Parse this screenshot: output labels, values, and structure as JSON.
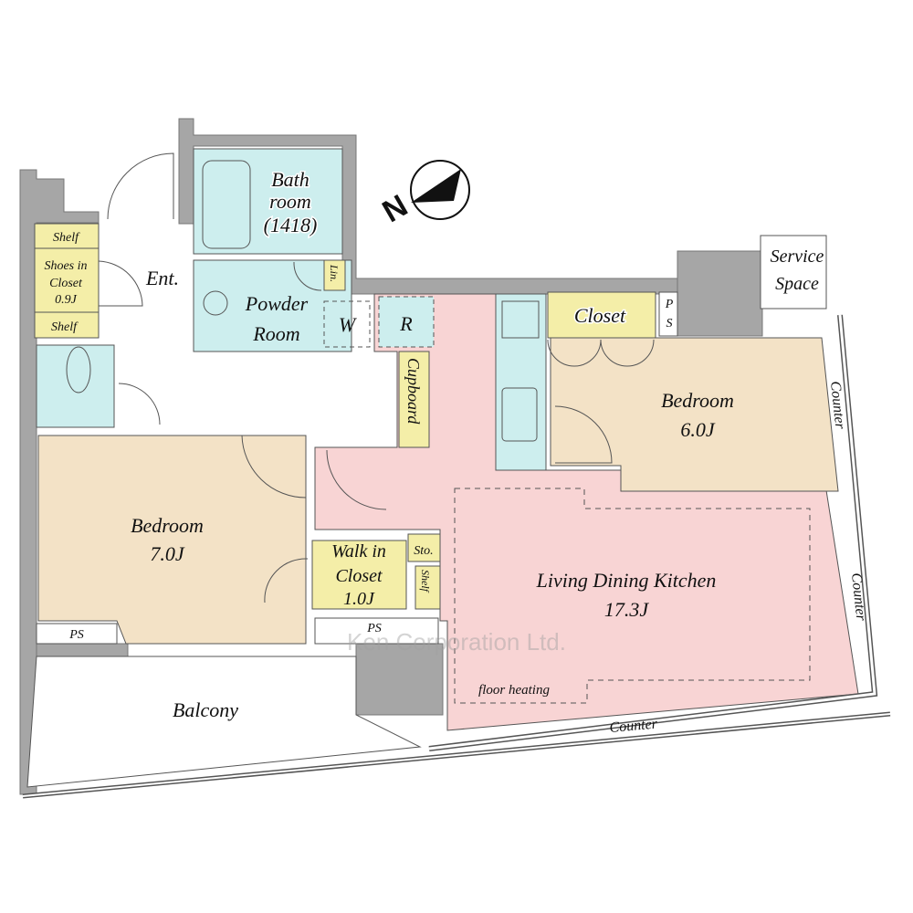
{
  "colors": {
    "wall": "#a6a6a6",
    "bedroom": "#f3e2c6",
    "ldk": "#f8d4d4",
    "wet": "#cdeeee",
    "storage": "#f4eea8"
  },
  "compass": {
    "label": "N",
    "icon": "north-arrow-icon"
  },
  "rooms": {
    "bathroom": {
      "line1": "Bath",
      "line2": "room",
      "line3": "(1418)"
    },
    "powder_room": {
      "line1": "Powder",
      "line2": "Room"
    },
    "washer": "W",
    "linen": "Lin.",
    "refrigerator": "R",
    "cupboard": "Cupboard",
    "entrance": "Ent.",
    "shelf_top": "Shelf",
    "shoes_closet": {
      "line1": "Shoes in",
      "line2": "Closet",
      "line3": "0.9J"
    },
    "shelf_bottom": "Shelf",
    "closet": "Closet",
    "ps_right": {
      "line1": "P",
      "line2": "S"
    },
    "service_space": {
      "line1": "Service",
      "line2": "Space"
    },
    "bedroom_6": {
      "name": "Bedroom",
      "size": "6.0J"
    },
    "bedroom_7": {
      "name": "Bedroom",
      "size": "7.0J"
    },
    "counter_1": "Counter",
    "counter_2": "Counter",
    "counter_3": "Counter",
    "walk_in_closet": {
      "line1": "Walk in",
      "line2": "Closet",
      "line3": "1.0J"
    },
    "storage": "Sto.",
    "shelf_wic": "Shelf",
    "ps_left": "PS",
    "ps_center": "PS",
    "ldk": {
      "name": "Living Dining Kitchen",
      "size": "17.3J"
    },
    "floor_heating": "floor heating",
    "balcony": "Balcony"
  },
  "watermark": "Ken Corporation Ltd."
}
